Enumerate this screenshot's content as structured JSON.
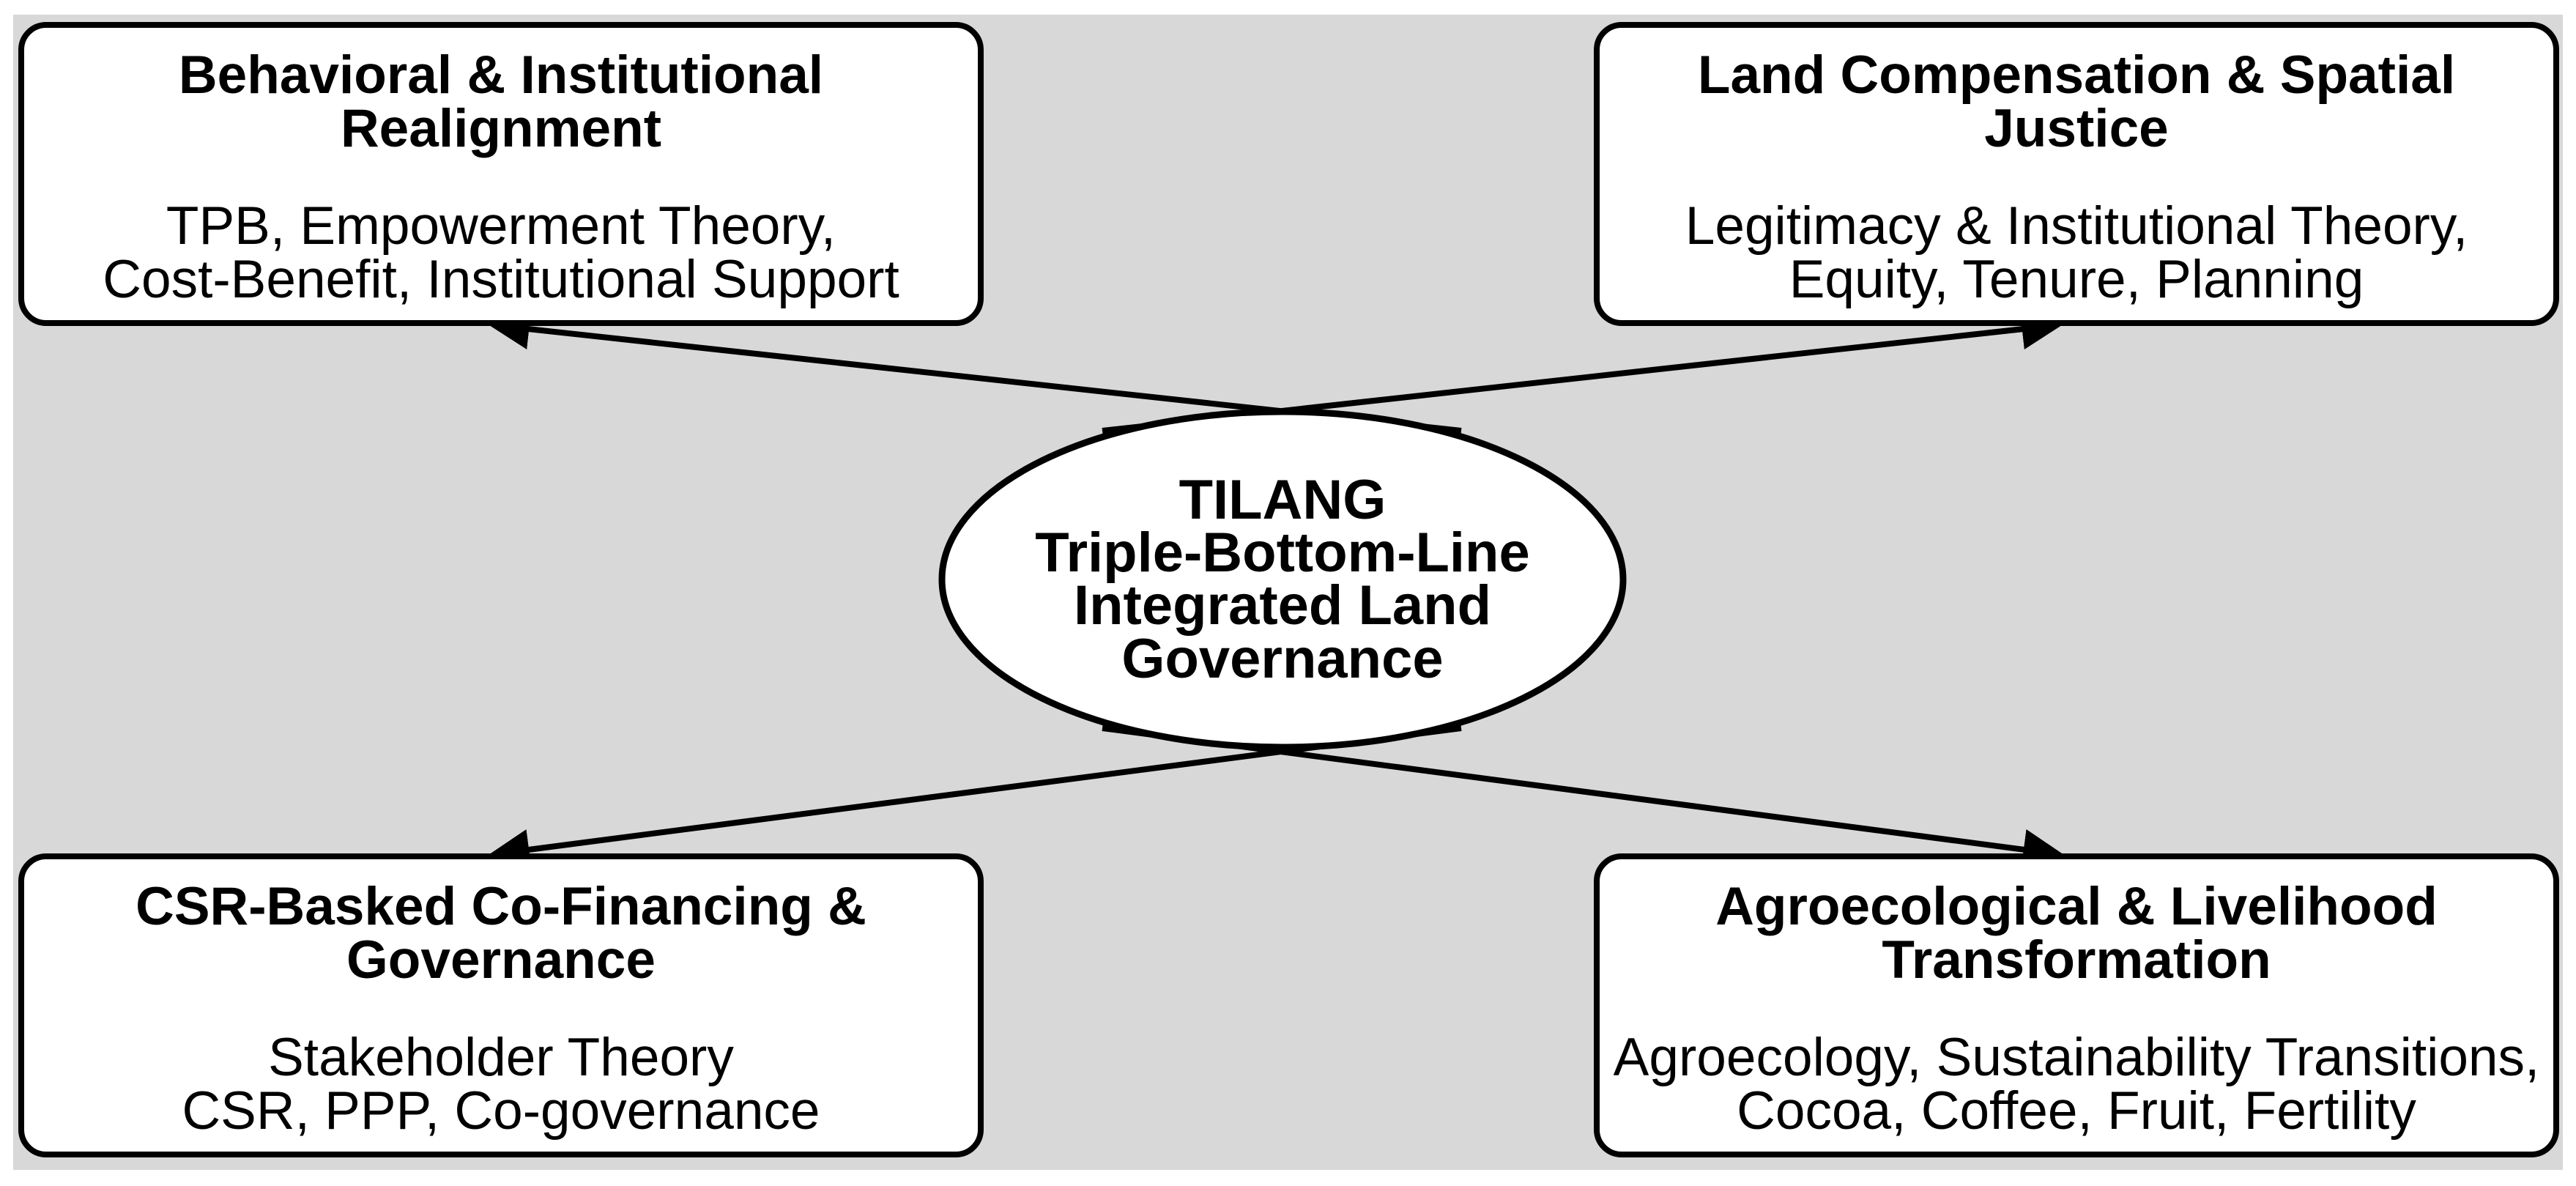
{
  "colors": {
    "page_background": "#ffffff",
    "canvas_gray": "#d8d8d8",
    "stroke": "#000000",
    "shape_fill": "#ffffff"
  },
  "center": {
    "lines": [
      "TILANG",
      "Triple-Bottom-Line",
      "Integrated Land",
      "Governance"
    ]
  },
  "boxes": {
    "top_left": {
      "title": [
        "Behavioral & Institutional",
        "Realignment"
      ],
      "body": [
        "TPB, Empowerment Theory,",
        "Cost-Benefit, Institutional Support"
      ]
    },
    "top_right": {
      "title": [
        "Land Compensation & Spatial",
        "Justice"
      ],
      "body": [
        "Legitimacy & Institutional Theory,",
        "Equity, Tenure, Planning"
      ]
    },
    "bottom_left": {
      "title": [
        "CSR-Basked Co-Financing &",
        "Governance"
      ],
      "body": [
        "Stakeholder Theory",
        "CSR, PPP, Co-governance"
      ]
    },
    "bottom_right": {
      "title": [
        "Agroecological & Livelihood",
        "Transformation"
      ],
      "body": [
        "Agroecology, Sustainability Transitions,",
        "Cocoa, Coffee, Fruit, Fertility"
      ]
    }
  }
}
